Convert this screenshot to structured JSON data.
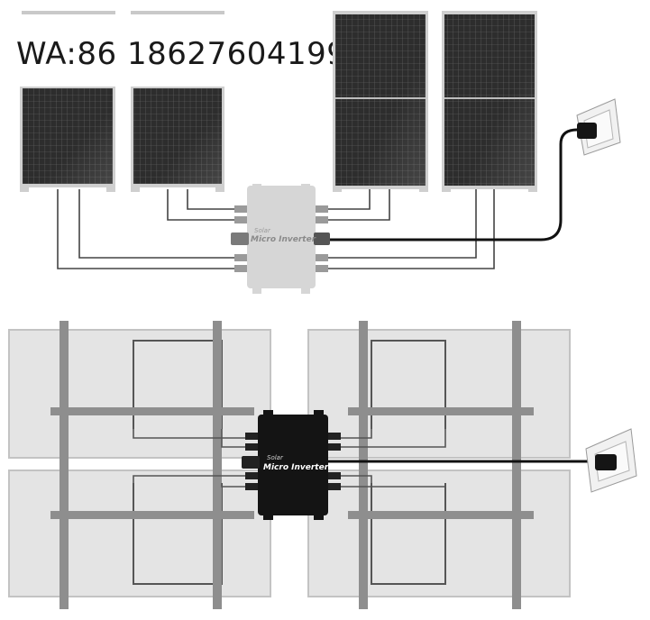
{
  "contact": {
    "text": "WA:86 18627604199"
  },
  "inverter_top": {
    "brand": "Solar",
    "model": "Micro Inverter"
  },
  "inverter_bottom": {
    "brand": "Solar",
    "model": "Micro Inverter"
  },
  "colors": {
    "panel_cell": "#2b2b2b",
    "panel_frame": "#c9c9c9",
    "panel_back": "#e3e3e3",
    "rail": "#8e8e8e",
    "cable": "#333333",
    "inverter_top": "#d6d6d6",
    "inverter_bottom": "#141414"
  },
  "icons": [
    "wall-socket-icon",
    "plug-icon"
  ]
}
